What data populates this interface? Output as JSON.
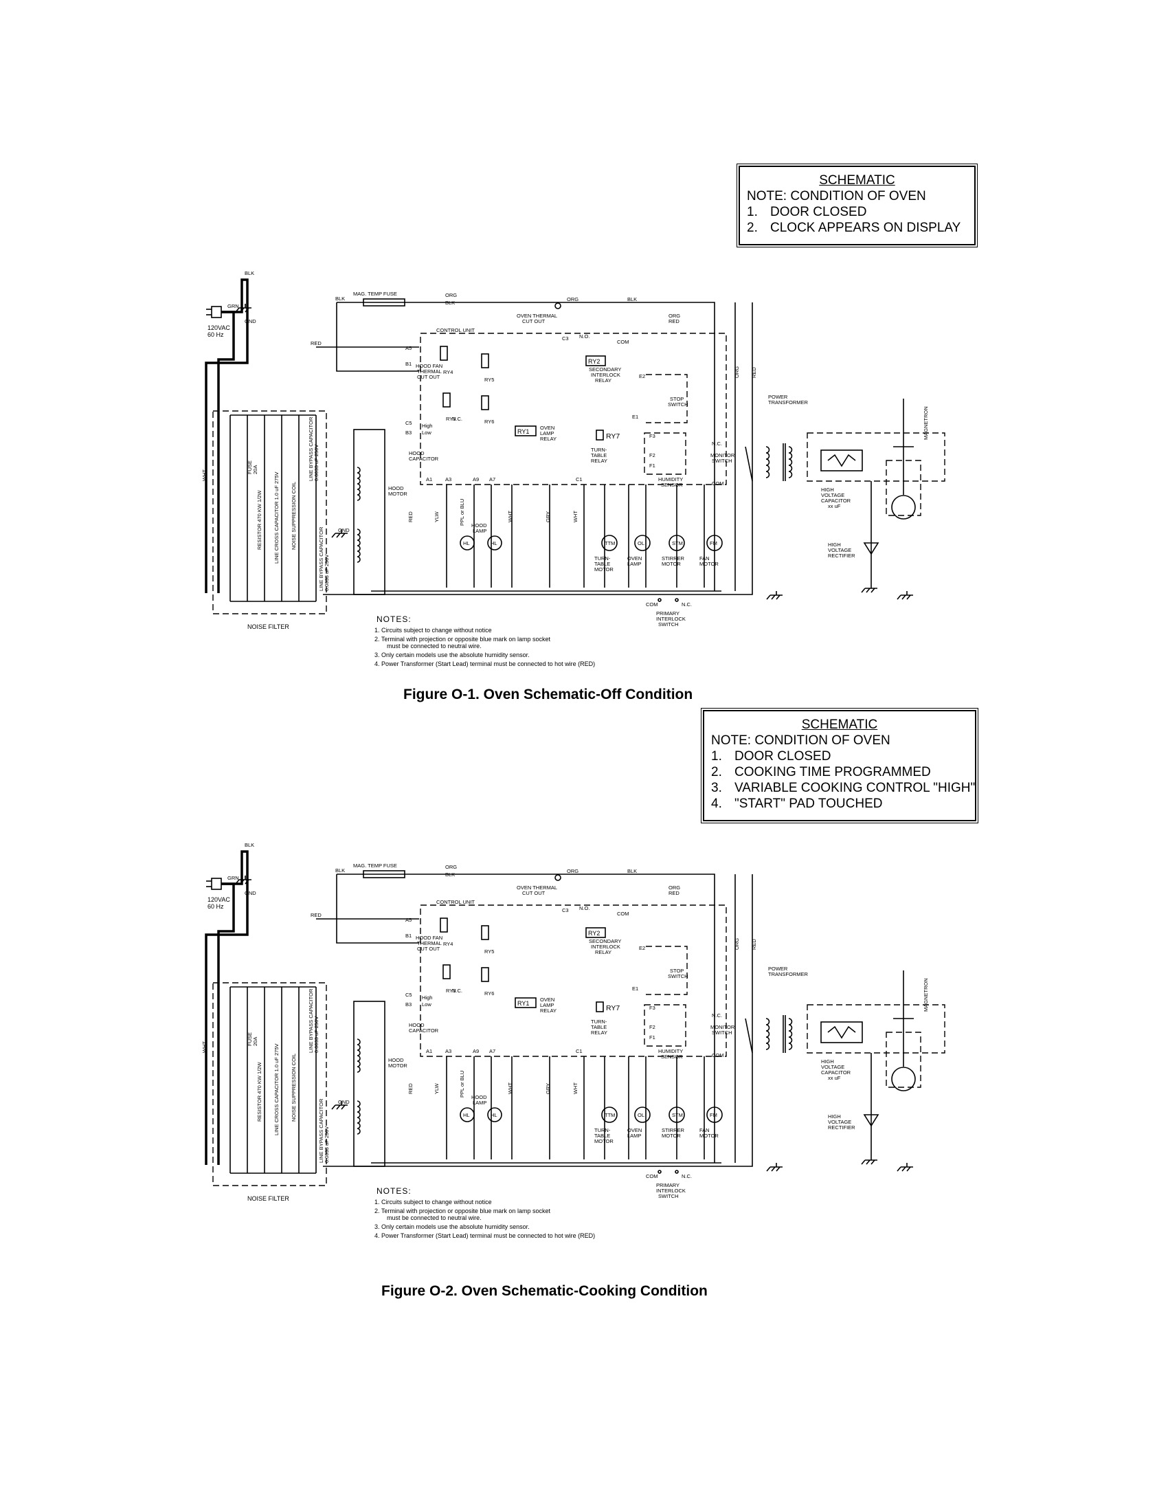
{
  "figures": [
    {
      "caption": "Figure O-1. Oven Schematic-Off Condition",
      "legend": {
        "title": "SCHEMATIC",
        "note": "NOTE: CONDITION OF OVEN",
        "items": [
          {
            "num": "1.",
            "text": "DOOR CLOSED"
          },
          {
            "num": "2.",
            "text": "CLOCK APPEARS ON DISPLAY"
          }
        ]
      }
    },
    {
      "caption": "Figure O-2. Oven Schematic-Cooking Condition",
      "legend": {
        "title": "SCHEMATIC",
        "note": "NOTE: CONDITION OF OVEN",
        "items": [
          {
            "num": "1.",
            "text": "DOOR CLOSED"
          },
          {
            "num": "2.",
            "text": "COOKING TIME PROGRAMMED"
          },
          {
            "num": "3.",
            "text": "VARIABLE COOKING CONTROL \"HIGH\""
          },
          {
            "num": "4.",
            "text": "\"START\" PAD TOUCHED"
          }
        ]
      }
    }
  ],
  "schematic": {
    "supply": "120VAC",
    "supply_freq": "60 Hz",
    "grn": "GRN",
    "gnd": "GND",
    "blk": "BLK",
    "wht": "WHT",
    "red": "RED",
    "org": "ORG",
    "yel": "YLW",
    "blu": "BLU",
    "grey": "GRY",
    "mag_fuse": "MAG. TEMP FUSE",
    "org_blk": "BLK",
    "org_top": "ORG",
    "oven_thermal": "OVEN THERMAL",
    "cut_out": "CUT OUT",
    "control_unit": "CONTROL UNIT",
    "secondary_interlock": "SECONDARY",
    "secondary_interlock2": "INTERLOCK",
    "secondary_interlock3": "RELAY",
    "ry2": "RY2",
    "ry1": "RY1",
    "ry7": "RY7",
    "ry3": "RY3",
    "ry4": "RY4",
    "ry5": "RY5",
    "ry6": "RY6",
    "oven_lamp_relay": "OVEN",
    "oven_lamp_relay2": "LAMP",
    "oven_lamp_relay3": "RELAY",
    "turntable_relay": "TURN-",
    "turntable_relay2": "TABLE",
    "turntable_relay3": "RELAY",
    "stop_switch": "STOP",
    "stop_switch2": "SWITCH",
    "humidity_sensor": "HUMIDITY",
    "humidity_sensor2": "SENSOR",
    "hood_fan": "HOOD FAN",
    "thermal": "THERMAL",
    "cutout2": "CUT OUT",
    "hood_capacitor": "HOOD",
    "hood_capacitor2": "CAPACITOR",
    "hood_motor": "HOOD",
    "hood_motor2": "MOTOR",
    "hood_lamp": "HOOD",
    "hood_lamp2": "LAMP",
    "power_transformer": "POWER",
    "power_transformer2": "TRANSFORMER",
    "monitor_switch": "MONITOR",
    "monitor_switch2": "SWITCH",
    "high_voltage_cap": "HIGH",
    "high_voltage_cap2": "VOLTAGE",
    "high_voltage_cap3": "CAPACITOR",
    "high_voltage_cap4": "xx uF",
    "hv_rectifier": "HIGH",
    "hv_rectifier2": "VOLTAGE",
    "hv_rectifier3": "RECTIFIER",
    "magnetron": "MAGNETRON",
    "primary_interlock": "PRIMARY",
    "primary_interlock2": "INTERLOCK",
    "primary_interlock3": "SWITCH",
    "noise_filter": "NOISE FILTER",
    "fuse": "FUSE",
    "fuse_rating": "20A",
    "resistor": "RESISTOR 470 KW 1/2W",
    "line_cross": "LINE CROSS CAPACITOR 1.0 uF 275V",
    "noise_coil": "NOISE SUPPRESSION COIL",
    "line_bypass_top": "LINE BYPASS CAPACITOR",
    "line_bypass_top2": "0.0033 uF 250V",
    "line_bypass_bot": "LINE BYPASS CAPACITOR",
    "line_bypass_bot2": "0.0033 uF 250V",
    "motors": [
      "TTM",
      "OL",
      "STM",
      "FM"
    ],
    "motor_names": [
      [
        "TURN-",
        "TABLE",
        "MOTOR"
      ],
      [
        "OVEN",
        "LAMP",
        ""
      ],
      [
        "STIRRER",
        "MOTOR",
        ""
      ],
      [
        "FAN",
        "MOTOR",
        ""
      ]
    ],
    "hl": "HL",
    "nc": "N.C.",
    "no": "N.O.",
    "com": "COM",
    "high": "High",
    "low": "Low",
    "terminals": [
      "A5",
      "B1",
      "C5",
      "B3",
      "A1",
      "A3",
      "A9",
      "A7",
      "C1",
      "C3",
      "E1",
      "E2",
      "F1",
      "F2",
      "F3"
    ],
    "ppl_blu": "PPL or BLU",
    "notes_title": "NOTES:",
    "notes": [
      "1.  Circuits subject to change without notice",
      "2.  Terminal with projection or opposite blue mark on lamp socket",
      "must be connected to neutral wire.",
      "3.  Only certain models use the absolute humidity sensor.",
      "4.  Power Transformer (Start Lead) terminal must be connected to hot wire (RED)"
    ]
  }
}
